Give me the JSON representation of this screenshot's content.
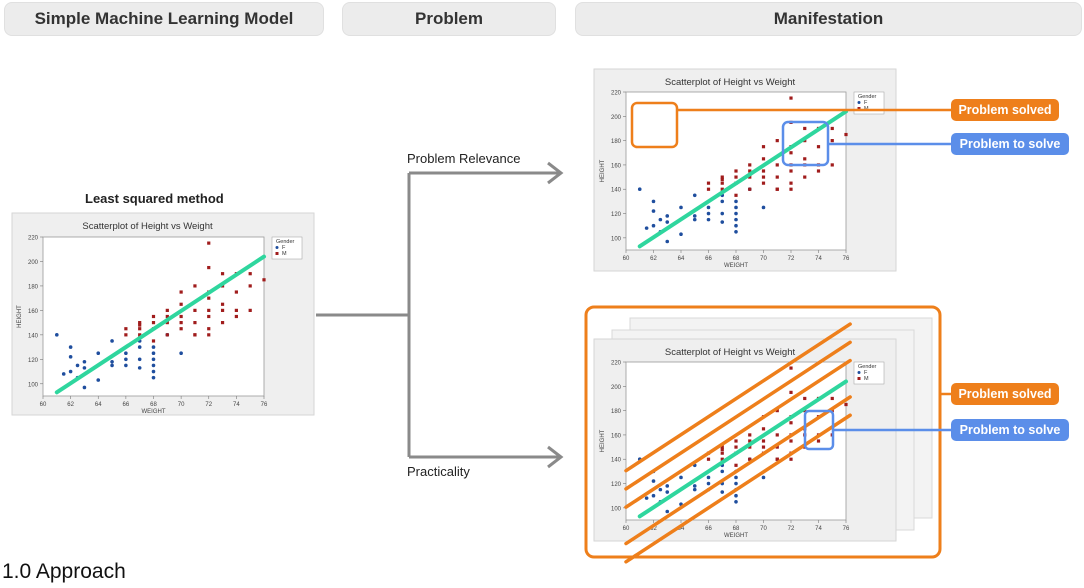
{
  "headers": {
    "model": "Simple Machine Learning Model",
    "problem": "Problem",
    "manifestation": "Manifestation"
  },
  "left": {
    "method_label": "Least squared method"
  },
  "branches": {
    "top_label": "Problem Relevance",
    "bottom_label": "Practicality"
  },
  "callouts": {
    "solved": "Problem solved",
    "to_solve": "Problem to solve"
  },
  "footer": {
    "title": "1.0 Approach"
  },
  "chart_data": {
    "type": "scatter",
    "title": "Scatterplot of Height vs Weight",
    "xlabel": "WEIGHT",
    "ylabel": "HEIGHT",
    "xlim": [
      60,
      76
    ],
    "ylim": [
      90,
      220
    ],
    "xticks": [
      60,
      62,
      64,
      66,
      68,
      70,
      72,
      74,
      76
    ],
    "yticks": [
      100,
      120,
      140,
      160,
      180,
      200,
      220
    ],
    "legend": {
      "title": "Gender",
      "placement": "top-right"
    },
    "series": [
      {
        "name": "F",
        "color": "#1f4e9e",
        "points": [
          [
            61,
            140
          ],
          [
            61.5,
            108
          ],
          [
            62,
            110
          ],
          [
            62,
            130
          ],
          [
            62,
            122
          ],
          [
            62.5,
            115
          ],
          [
            62.5,
            105
          ],
          [
            63,
            97
          ],
          [
            63,
            118
          ],
          [
            63,
            113
          ],
          [
            64,
            103
          ],
          [
            64,
            125
          ],
          [
            65,
            115
          ],
          [
            65,
            118
          ],
          [
            65,
            135
          ],
          [
            66,
            120
          ],
          [
            66,
            125
          ],
          [
            66,
            115
          ],
          [
            67,
            120
          ],
          [
            67,
            135
          ],
          [
            67,
            113
          ],
          [
            67,
            130
          ],
          [
            68,
            110
          ],
          [
            68,
            115
          ],
          [
            68,
            125
          ],
          [
            68,
            120
          ],
          [
            68,
            130
          ],
          [
            68,
            105
          ],
          [
            69,
            140
          ],
          [
            70,
            125
          ]
        ]
      },
      {
        "name": "M",
        "color": "#a01c1c",
        "points": [
          [
            66,
            140
          ],
          [
            66,
            145
          ],
          [
            67,
            140
          ],
          [
            67,
            148
          ],
          [
            67,
            150
          ],
          [
            67,
            145
          ],
          [
            68,
            135
          ],
          [
            68,
            145
          ],
          [
            68,
            155
          ],
          [
            68,
            150
          ],
          [
            69,
            160
          ],
          [
            69,
            150
          ],
          [
            69,
            140
          ],
          [
            69,
            155
          ],
          [
            70,
            150
          ],
          [
            70,
            145
          ],
          [
            70,
            155
          ],
          [
            70,
            175
          ],
          [
            70,
            165
          ],
          [
            71,
            140
          ],
          [
            71,
            160
          ],
          [
            71,
            150
          ],
          [
            71,
            140
          ],
          [
            71,
            180
          ],
          [
            72,
            215
          ],
          [
            72,
            195
          ],
          [
            72,
            175
          ],
          [
            72,
            160
          ],
          [
            72,
            155
          ],
          [
            72,
            145
          ],
          [
            72,
            140
          ],
          [
            72,
            170
          ],
          [
            73,
            165
          ],
          [
            73,
            180
          ],
          [
            73,
            190
          ],
          [
            73,
            150
          ],
          [
            73,
            160
          ],
          [
            74,
            190
          ],
          [
            74,
            175
          ],
          [
            74,
            160
          ],
          [
            74,
            155
          ],
          [
            75,
            190
          ],
          [
            75,
            180
          ],
          [
            75,
            160
          ],
          [
            76,
            185
          ]
        ]
      }
    ],
    "regression_line": {
      "color": "#2fd69e",
      "from": [
        61,
        93
      ],
      "to": [
        76,
        204
      ]
    },
    "band_lines": {
      "color": "#ee7f1b",
      "offsets": [
        -30,
        -15,
        15,
        30,
        45
      ]
    }
  }
}
